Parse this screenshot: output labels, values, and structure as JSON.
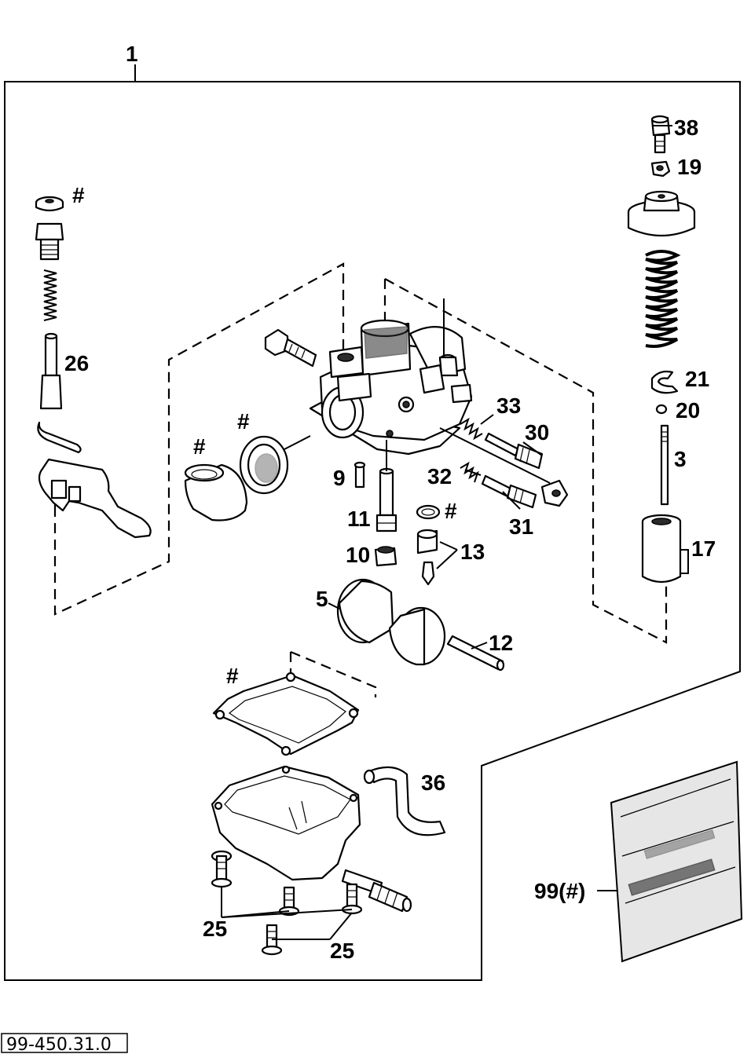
{
  "assembly_label": "1",
  "part_number": "99-450.31.0",
  "callouts": {
    "hash_cap": "#",
    "p26": "26",
    "hash_ring": "#",
    "hash_sleeve": "#",
    "p9": "9",
    "p11": "11",
    "p10": "10",
    "hash_oring": "#",
    "p13": "13",
    "p33": "33",
    "p30": "30",
    "p32": "32",
    "p31": "31",
    "p38": "38",
    "p19": "19",
    "p21": "21",
    "p20": "20",
    "p3": "3",
    "p17": "17",
    "p5": "5",
    "p12": "12",
    "hash_gasket": "#",
    "p36": "36",
    "p25_a": "25",
    "p25_b": "25",
    "p99": "99(#)"
  }
}
